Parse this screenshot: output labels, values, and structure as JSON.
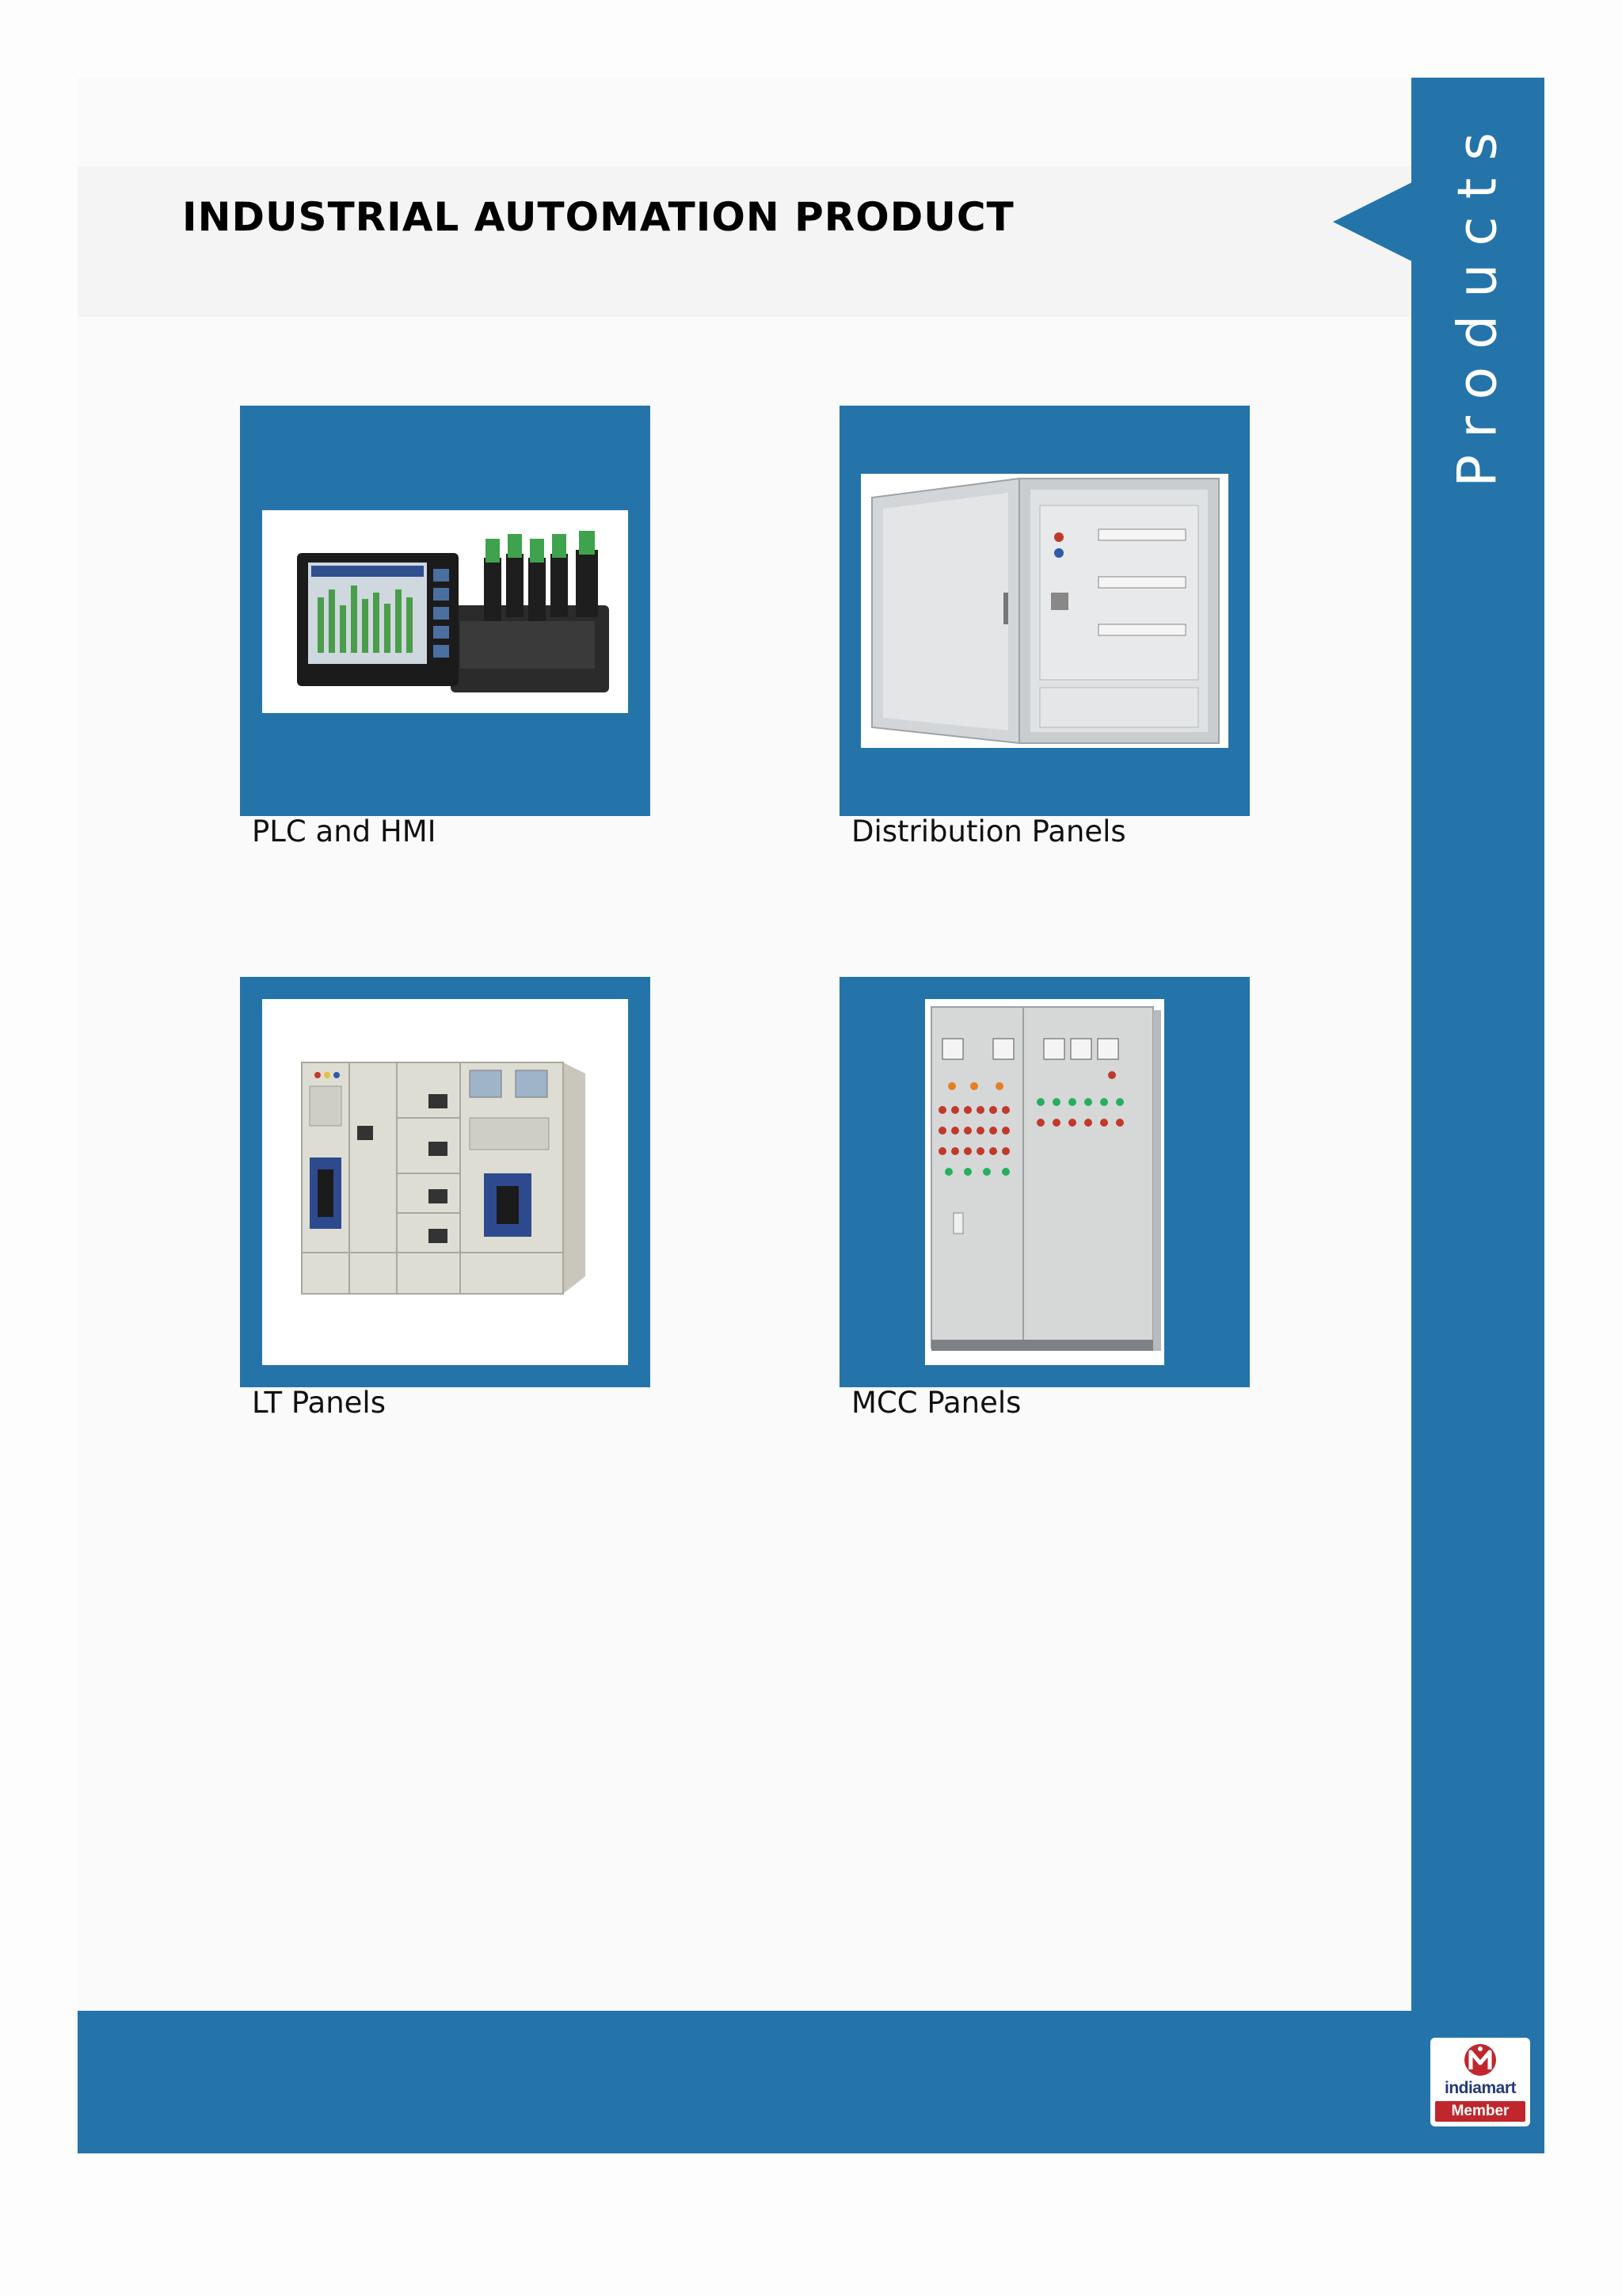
{
  "page": {
    "title": "INDUSTRIAL AUTOMATION PRODUCT",
    "side_label": "Products"
  },
  "products": [
    {
      "name": "PLC and HMI",
      "image_icon": "plc-hmi-photo"
    },
    {
      "name": "Distribution Panels",
      "image_icon": "distribution-panel-photo"
    },
    {
      "name": "LT Panels",
      "image_icon": "lt-panel-photo"
    },
    {
      "name": "MCC Panels",
      "image_icon": "mcc-panel-photo"
    }
  ],
  "footer": {
    "badge_brand": "indiamart",
    "badge_label": "Member"
  },
  "colors": {
    "accent": "#2574a9",
    "badge_red": "#c0272d",
    "badge_blue": "#243b7a"
  }
}
